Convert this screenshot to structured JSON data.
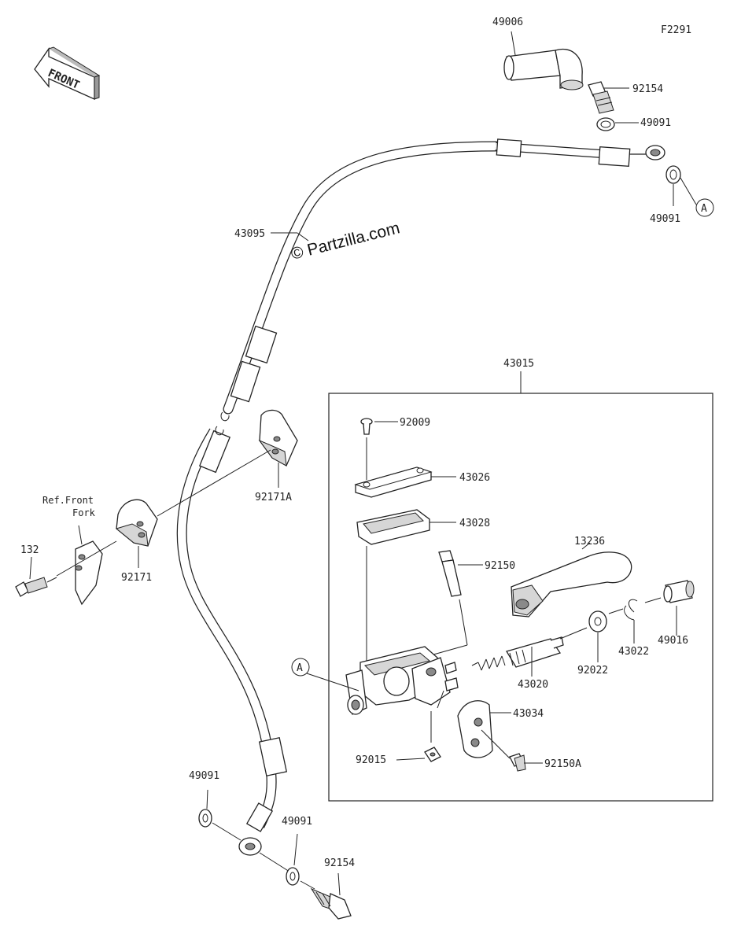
{
  "diagram_code": "F2291",
  "watermark": "© Partzilla.com",
  "front_label": "FRONT",
  "reference_note": {
    "line1": "Ref.Front",
    "line2": "Fork"
  },
  "callout_letter": "A",
  "labels": {
    "p49006": "49006",
    "p92154_top": "92154",
    "p49091_top1": "49091",
    "p49091_top2": "49091",
    "p43095": "43095",
    "p43015": "43015",
    "p92009": "92009",
    "p43026": "43026",
    "p43028": "43028",
    "p13236": "13236",
    "p92150": "92150",
    "p92171A": "92171A",
    "p92171": "92171",
    "p132": "132",
    "p49016": "49016",
    "p43022": "43022",
    "p92022": "92022",
    "p43020": "43020",
    "p43034": "43034",
    "p92015": "92015",
    "p92150A": "92150A",
    "p49091_bot1": "49091",
    "p49091_bot2": "49091",
    "p92154_bot": "92154"
  }
}
